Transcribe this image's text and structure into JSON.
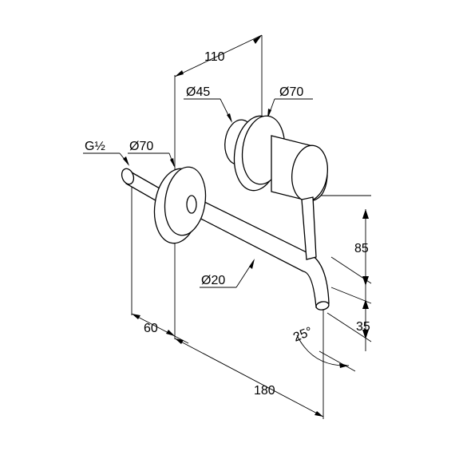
{
  "dimensions": {
    "overall_depth": "110",
    "rosette_small_dia": "Ø45",
    "rosette_large_dia": "Ø70",
    "connection_thread": "G½",
    "spout_rosette_dia": "Ø70",
    "spout_dia": "Ø20",
    "wall_to_rosette": "60",
    "spout_projection": "180",
    "lever_height": "85",
    "spout_outlet_height": "35",
    "outlet_angle": "25°"
  }
}
